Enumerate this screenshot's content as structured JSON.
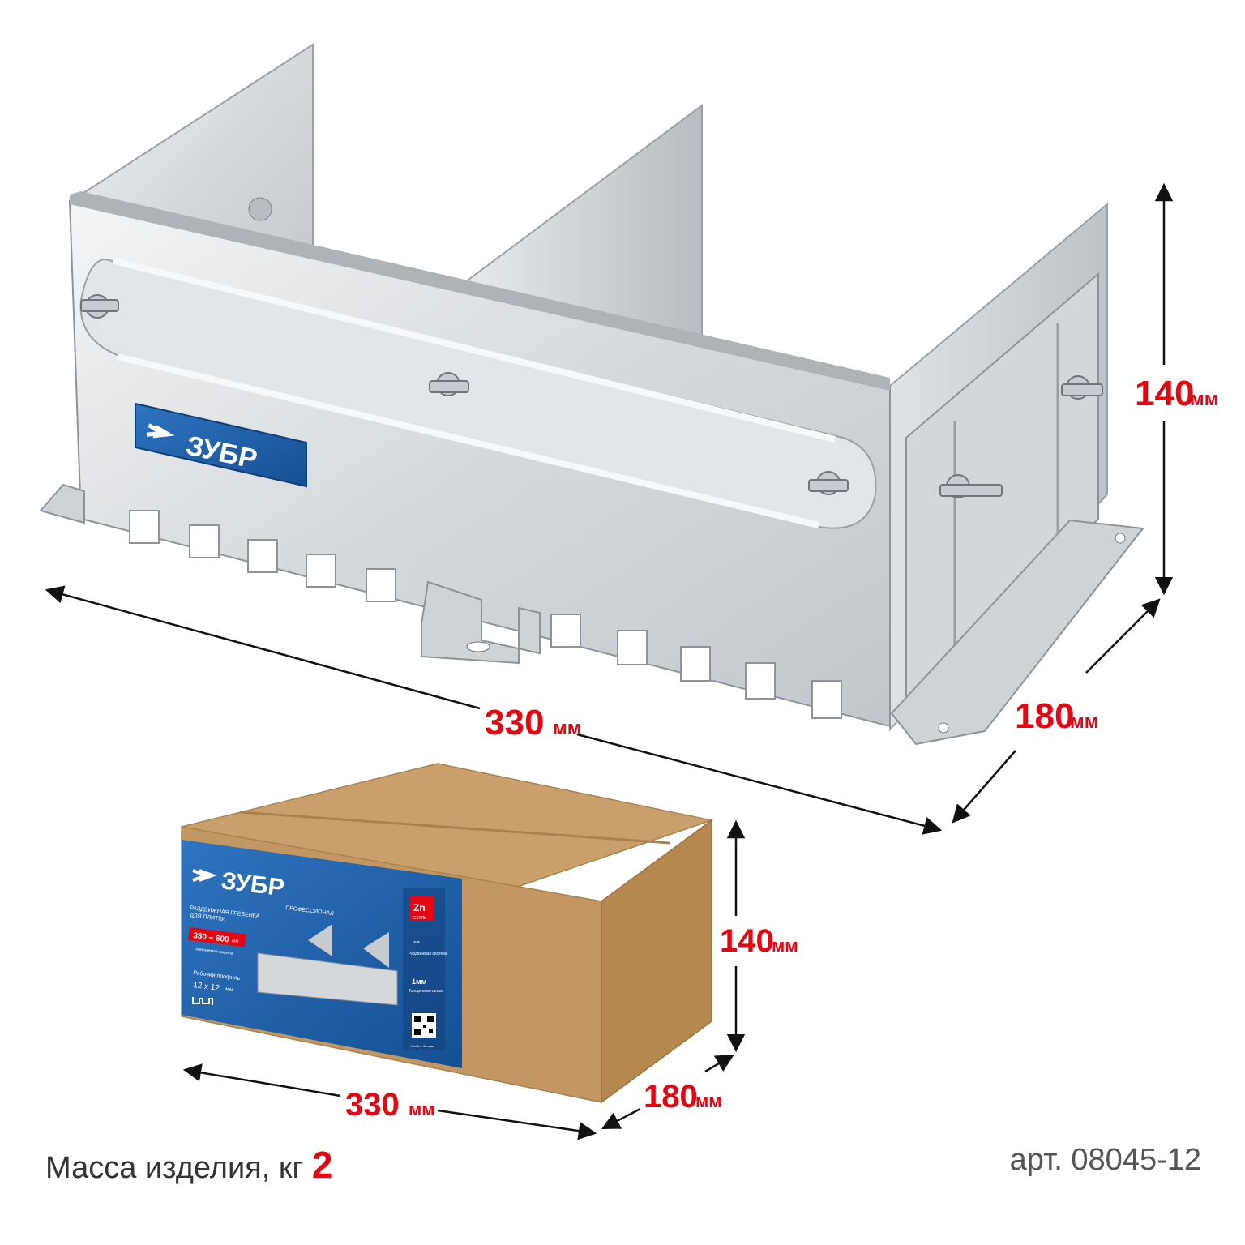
{
  "product": {
    "brand": "ЗУБР"
  },
  "dimensions": {
    "product_length": "330",
    "product_depth": "180",
    "product_height": "140",
    "package_length": "330",
    "package_depth": "180",
    "package_height": "140",
    "unit": "мм"
  },
  "package_label": {
    "brand": "ЗУБР",
    "brand_sub": "ПРОФЕССИОНАЛ",
    "product_name_line1": "РАЗДВИЖНАЯ ГРЕБЕНКА",
    "product_name_line2": "ДЛЯ ПЛИТКИ",
    "range": "330 – 600",
    "range_unit": "мм",
    "range_caption": "изменяемая ширина",
    "profile_label": "Рабочий профиль",
    "profile_value": "12 x 12",
    "profile_unit": "мм",
    "zn": "Zn",
    "zn_caption": "СТАЛЬ",
    "sliding_caption": "Раздвижная система",
    "thickness": "1мм",
    "thickness_caption": "Толщина металла",
    "qr_caption": "Узнайте больше"
  },
  "footer": {
    "mass_label": "Масса изделия, кг",
    "mass_value": "2",
    "article_label": "арт.",
    "article_value": "08045-12"
  },
  "colors": {
    "dimension_red": "#e30613",
    "brand_blue": "#1a5fa8",
    "steel": "#d9dcdf",
    "cardboard": "#c49a63"
  }
}
